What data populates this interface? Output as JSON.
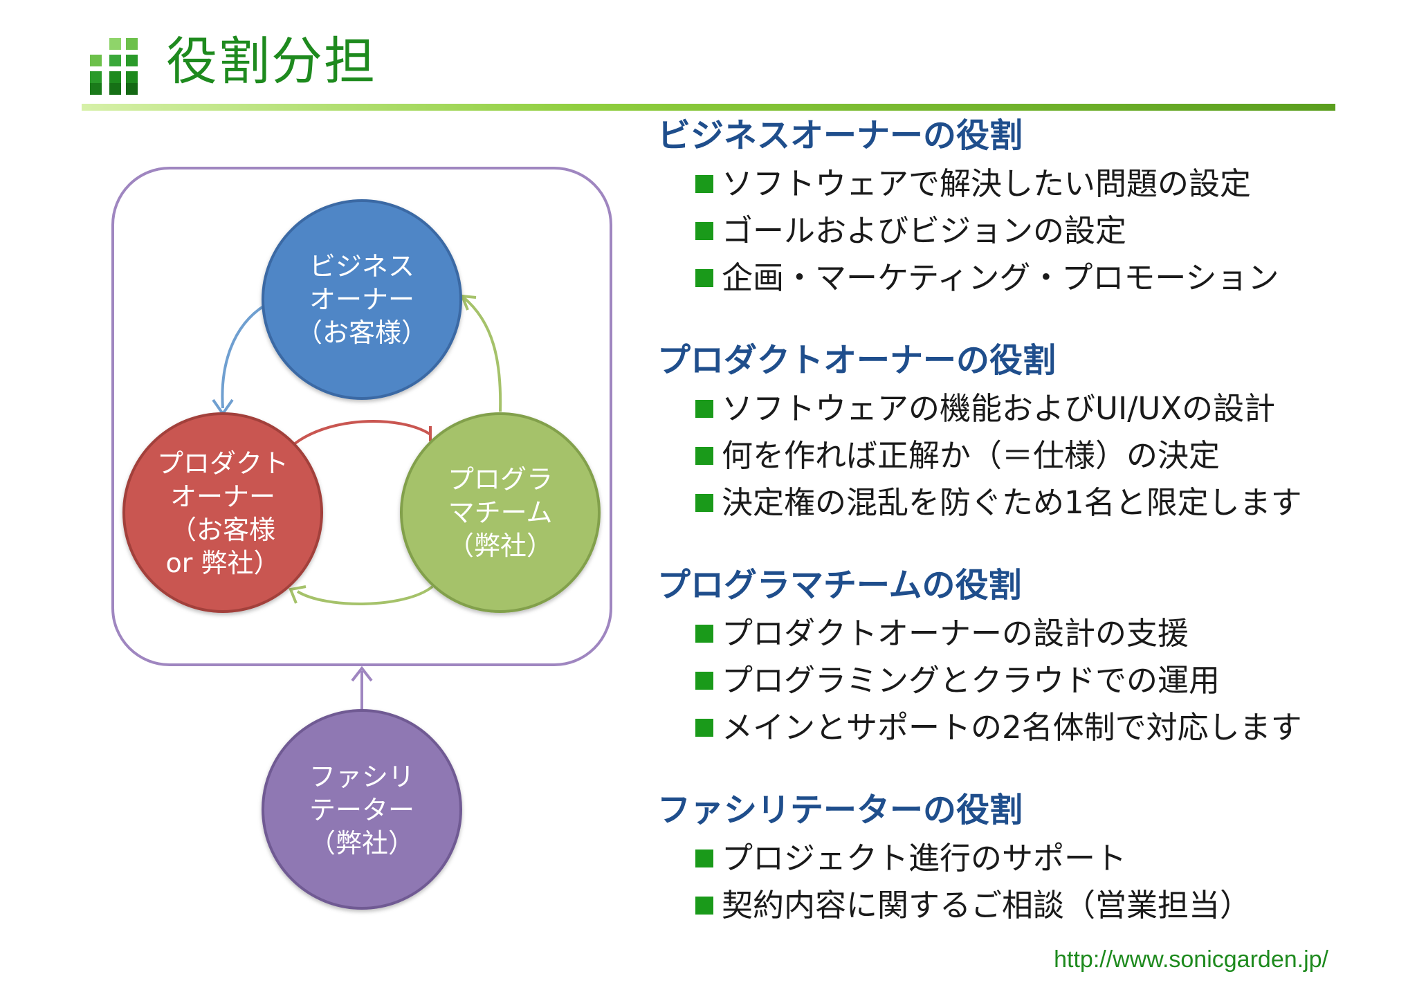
{
  "title": "役割分担",
  "colors": {
    "title": "#1e8a1e",
    "heading": "#1f4e8c",
    "bullet": "#1a9a1a",
    "business_owner": "#4f86c6",
    "product_owner": "#c95651",
    "programmer_team": "#a5c26a",
    "facilitator": "#8f78b3",
    "frame": "#9f86c0"
  },
  "diagram": {
    "business_owner": [
      "ビジネス",
      "オーナー",
      "（お客様）"
    ],
    "product_owner": [
      "プロダクト",
      "オーナー",
      "（お客様",
      "or 弊社）"
    ],
    "programmer_team": [
      "プログラ",
      "マチーム",
      "（弊社）"
    ],
    "facilitator": [
      "ファシリ",
      "テーター",
      "（弊社）"
    ]
  },
  "roles": [
    {
      "heading": "ビジネスオーナーの役割",
      "items": [
        "ソフトウェアで解決したい問題の設定",
        "ゴールおよびビジョンの設定",
        "企画・マーケティング・プロモーション"
      ]
    },
    {
      "heading": "プロダクトオーナーの役割",
      "items": [
        "ソフトウェアの機能およびUI/UXの設計",
        "何を作れば正解か（＝仕様）の決定",
        "決定権の混乱を防ぐため1名と限定します"
      ]
    },
    {
      "heading": "プログラマチームの役割",
      "items": [
        "プロダクトオーナーの設計の支援",
        "プログラミングとクラウドでの運用",
        "メインとサポートの2名体制で対応します"
      ]
    },
    {
      "heading": "ファシリテーターの役割",
      "items": [
        "プロジェクト進行のサポート",
        "契約内容に関するご相談（営業担当）"
      ]
    }
  ],
  "footer_url": "http://www.sonicgarden.jp/"
}
